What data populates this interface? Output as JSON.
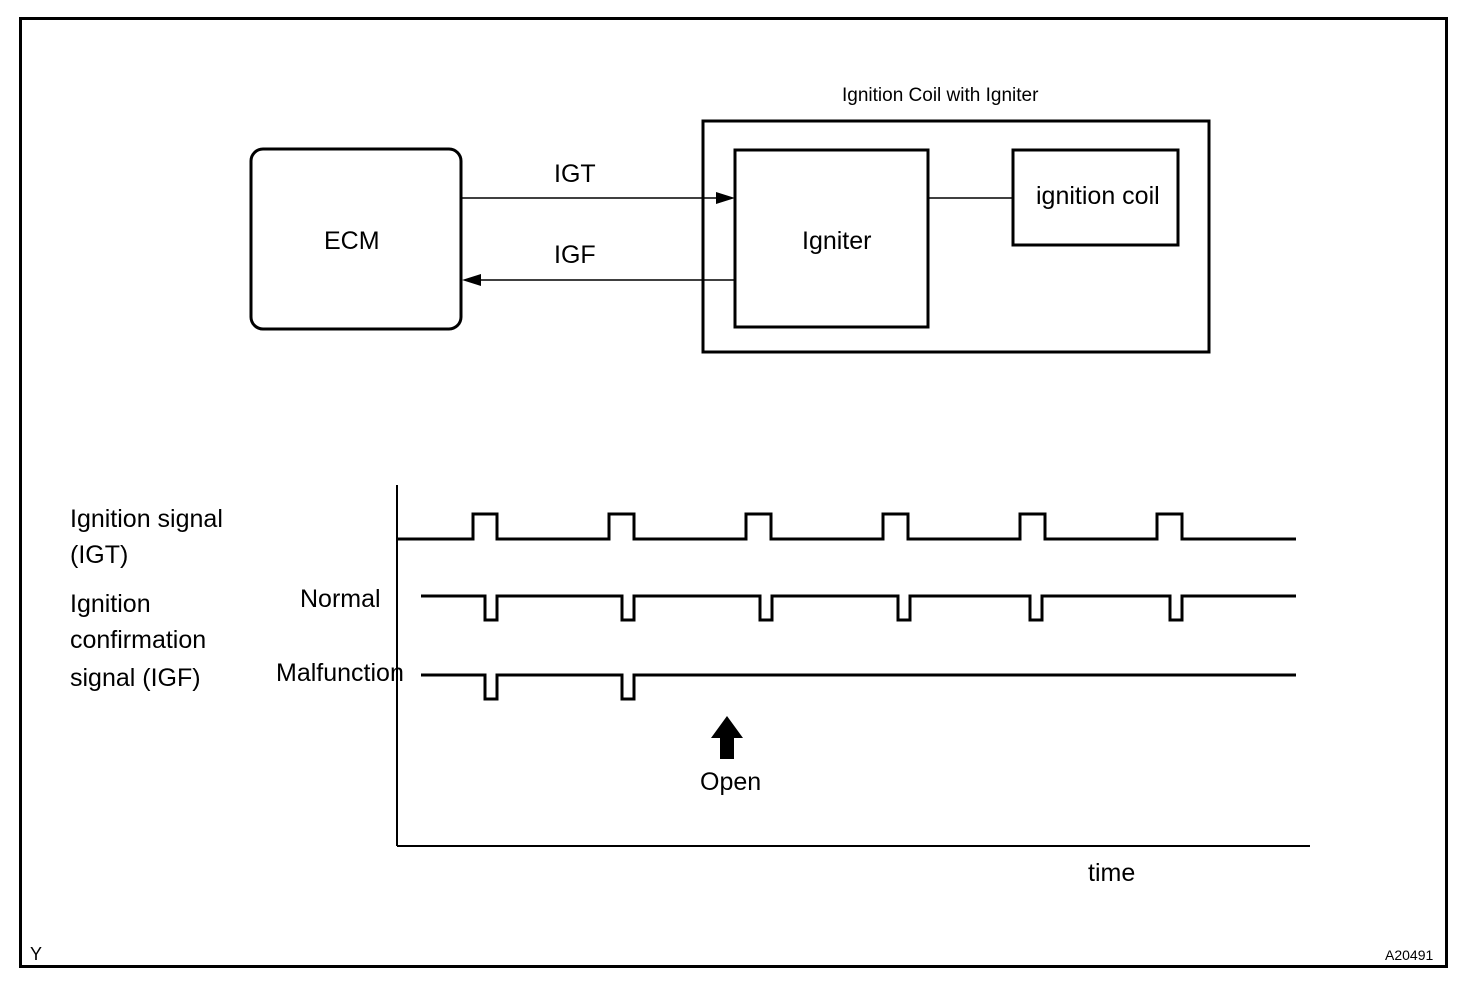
{
  "block_diagram": {
    "module_title": "Ignition Coil with Igniter",
    "ecm_label": "ECM",
    "igniter_label": "Igniter",
    "coil_label": "ignition coil",
    "igt_label": "IGT",
    "igf_label": "IGF"
  },
  "timing_chart": {
    "igt_label_line1": "Ignition signal",
    "igt_label_line2": "(IGT)",
    "igf_label_line1": "Ignition",
    "igf_label_line2": "confirmation",
    "igf_label_line3": "signal (IGF)",
    "normal_label": "Normal",
    "malfunction_label": "Malfunction",
    "open_label": "Open",
    "time_label": "time",
    "igt_pulse_count": 6,
    "normal_pulse_count": 6,
    "malfunction_pulse_count": 2
  },
  "footer": {
    "left_code": "Y",
    "figure_id": "A20491"
  }
}
